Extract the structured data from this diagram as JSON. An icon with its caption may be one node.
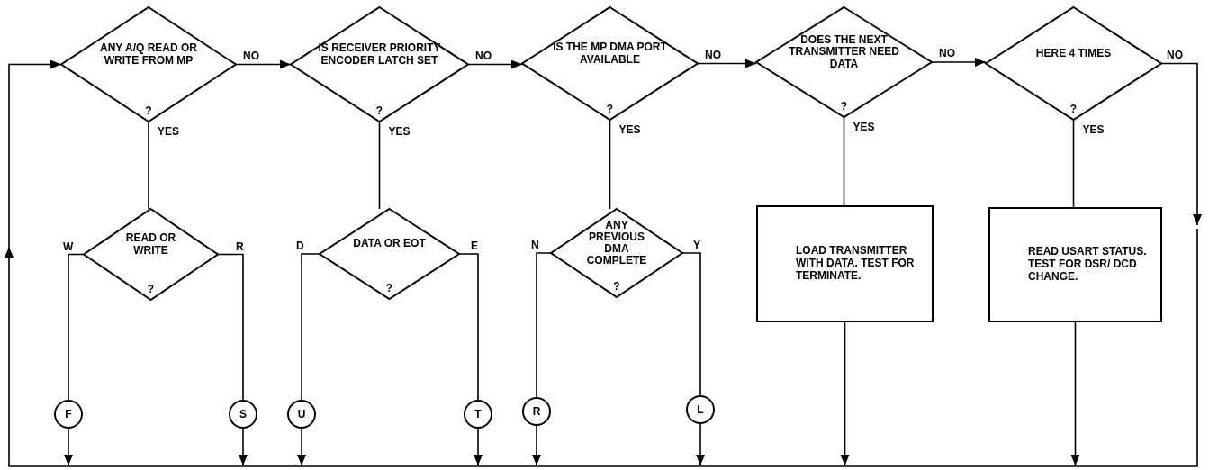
{
  "diagram": {
    "nodes": [
      {
        "text": [
          "ANY A/Q READ OR WRITE FROM MP",
          "?"
        ]
      },
      {
        "text": [
          "IS RECEIVER PRIORITY ENCODER LATCH SET",
          "?"
        ]
      },
      {
        "text": [
          "IS THE MP DMA PORT AVAILABLE",
          "?"
        ]
      },
      {
        "text": [
          "DOES THE NEXT TRANSMITTER NEED DATA",
          "?"
        ]
      },
      {
        "text": [
          "HERE 4 TIMES",
          "?"
        ]
      },
      {
        "text": [
          "READ OR WRITE",
          "?"
        ]
      },
      {
        "text": [
          "DATA OR EOT",
          "?"
        ]
      },
      {
        "text": [
          "ANY PREVIOUS DMA COMPLETE",
          "?"
        ]
      },
      {
        "text": [
          "LOAD TRANSMITTER WITH DATA. TEST FOR TERMINATE."
        ]
      },
      {
        "text": [
          "READ USART STATUS. TEST FOR DSR/ DCD CHANGE."
        ]
      },
      {
        "text": [
          "F"
        ]
      },
      {
        "text": [
          "S"
        ]
      },
      {
        "text": [
          "U"
        ]
      },
      {
        "text": [
          "T"
        ]
      },
      {
        "text": [
          "R"
        ]
      },
      {
        "text": [
          "L"
        ]
      }
    ],
    "edges": [
      {
        "from": 0,
        "to": 1,
        "arrow": "to",
        "label": "NO"
      },
      {
        "from": 1,
        "to": 2,
        "arrow": "to",
        "label": "NO"
      },
      {
        "from": 2,
        "to": 3,
        "arrow": "to",
        "label": "NO"
      },
      {
        "from": 3,
        "to": 4,
        "arrow": "to",
        "label": "NO"
      },
      {
        "from": 4,
        "to": null,
        "arrow": "to",
        "label": "NO"
      },
      {
        "from": 0,
        "to": 5,
        "arrow": "none",
        "label": "YES"
      },
      {
        "from": 1,
        "to": 6,
        "arrow": "none",
        "label": "YES"
      },
      {
        "from": 2,
        "to": 7,
        "arrow": "none",
        "label": "YES"
      },
      {
        "from": 3,
        "to": 8,
        "arrow": "none",
        "label": "YES"
      },
      {
        "from": 4,
        "to": 9,
        "arrow": "none",
        "label": "YES"
      },
      {
        "from": 5,
        "to": 10,
        "arrow": "none",
        "label": "W"
      },
      {
        "from": 5,
        "to": 11,
        "arrow": "none",
        "label": "R"
      },
      {
        "from": 6,
        "to": 12,
        "arrow": "none",
        "label": "D"
      },
      {
        "from": 6,
        "to": 13,
        "arrow": "none",
        "label": "E"
      },
      {
        "from": 7,
        "to": 14,
        "arrow": "none",
        "label": "N"
      },
      {
        "from": 7,
        "to": 15,
        "arrow": "none",
        "label": "Y"
      },
      {
        "from": 10,
        "to": null,
        "arrow": "to"
      },
      {
        "from": 11,
        "to": null,
        "arrow": "to"
      },
      {
        "from": 12,
        "to": null,
        "arrow": "to"
      },
      {
        "from": 13,
        "to": null,
        "arrow": "to"
      },
      {
        "from": 14,
        "to": null,
        "arrow": "to"
      },
      {
        "from": 15,
        "to": null,
        "arrow": "to"
      },
      {
        "from": 8,
        "to": null,
        "arrow": "to"
      },
      {
        "from": 9,
        "to": null,
        "arrow": "to"
      },
      {
        "from": null,
        "to": 0,
        "arrow": "to"
      }
    ]
  }
}
